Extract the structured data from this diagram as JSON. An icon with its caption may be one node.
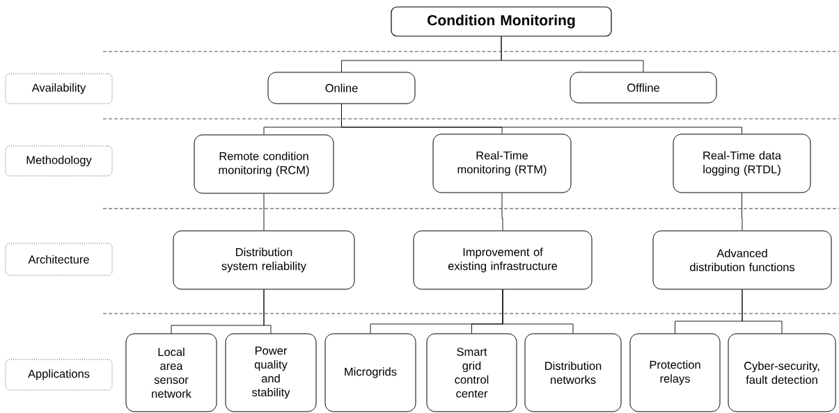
{
  "diagram": {
    "nodes": [
      {
        "text": [
          "Condition Monitoring"
        ]
      },
      {
        "text": [
          "Online"
        ]
      },
      {
        "text": [
          "Offline"
        ]
      },
      {
        "text": [
          "Remote condition monitoring (RCM)"
        ]
      },
      {
        "text": [
          "Real-Time monitoring (RTM)"
        ]
      },
      {
        "text": [
          "Real-Time data logging (RTDL)"
        ]
      },
      {
        "text": [
          "Distribution system reliability"
        ]
      },
      {
        "text": [
          "Improvement of existing infrastructure"
        ]
      },
      {
        "text": [
          "Advanced distribution functions"
        ]
      },
      {
        "text": [
          "Local area sensor network"
        ]
      },
      {
        "text": [
          "Power quality and stability"
        ]
      },
      {
        "text": [
          "Microgrids"
        ]
      },
      {
        "text": [
          "Smart grid control center"
        ]
      },
      {
        "text": [
          "Distribution networks"
        ]
      },
      {
        "text": [
          "Protection relays"
        ]
      },
      {
        "text": [
          "Cyber-security, fault detection"
        ]
      },
      {
        "text": [
          "Availability"
        ]
      },
      {
        "text": [
          "Methodology"
        ]
      },
      {
        "text": [
          "Architecture"
        ]
      },
      {
        "text": [
          "Applications"
        ]
      }
    ],
    "edges": [
      {
        "from": 0,
        "to": 1,
        "arrow": "none"
      },
      {
        "from": 0,
        "to": 2,
        "arrow": "none"
      },
      {
        "from": 1,
        "to": 3,
        "arrow": "none"
      },
      {
        "from": 1,
        "to": 4,
        "arrow": "none"
      },
      {
        "from": 1,
        "to": 5,
        "arrow": "none"
      },
      {
        "from": 3,
        "to": 6,
        "arrow": "none"
      },
      {
        "from": 4,
        "to": 7,
        "arrow": "none"
      },
      {
        "from": 5,
        "to": 8,
        "arrow": "none"
      },
      {
        "from": 6,
        "to": 9,
        "arrow": "none"
      },
      {
        "from": 6,
        "to": 10,
        "arrow": "none"
      },
      {
        "from": 7,
        "to": 11,
        "arrow": "none"
      },
      {
        "from": 7,
        "to": 12,
        "arrow": "none"
      },
      {
        "from": 7,
        "to": 13,
        "arrow": "none"
      },
      {
        "from": 8,
        "to": 14,
        "arrow": "none"
      },
      {
        "from": 8,
        "to": 15,
        "arrow": "none"
      }
    ]
  }
}
